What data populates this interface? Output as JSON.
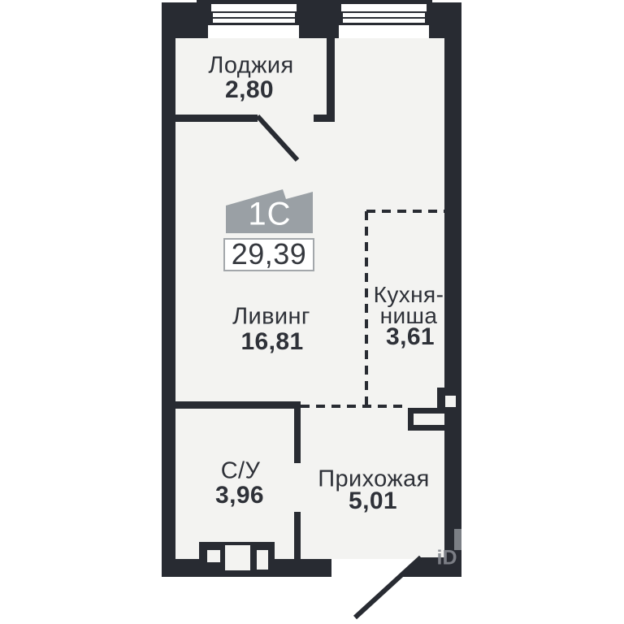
{
  "plan": {
    "logo": {
      "type_label": "1С",
      "total_area": "29,39"
    },
    "rooms": [
      {
        "name": "Лоджия",
        "area": "2,80"
      },
      {
        "name": "Ливинг",
        "area": "16,81"
      },
      {
        "name": "Кухня-ниша",
        "area": "3,61"
      },
      {
        "name": "С/У",
        "area": "3,96"
      },
      {
        "name": "Прихожая",
        "area": "5,01"
      }
    ],
    "watermark": "iD",
    "colors": {
      "wall": "#282b32",
      "interior": "#f3f3f1",
      "logo_gray": "#9aa0a5",
      "text": "#2e3138"
    }
  }
}
